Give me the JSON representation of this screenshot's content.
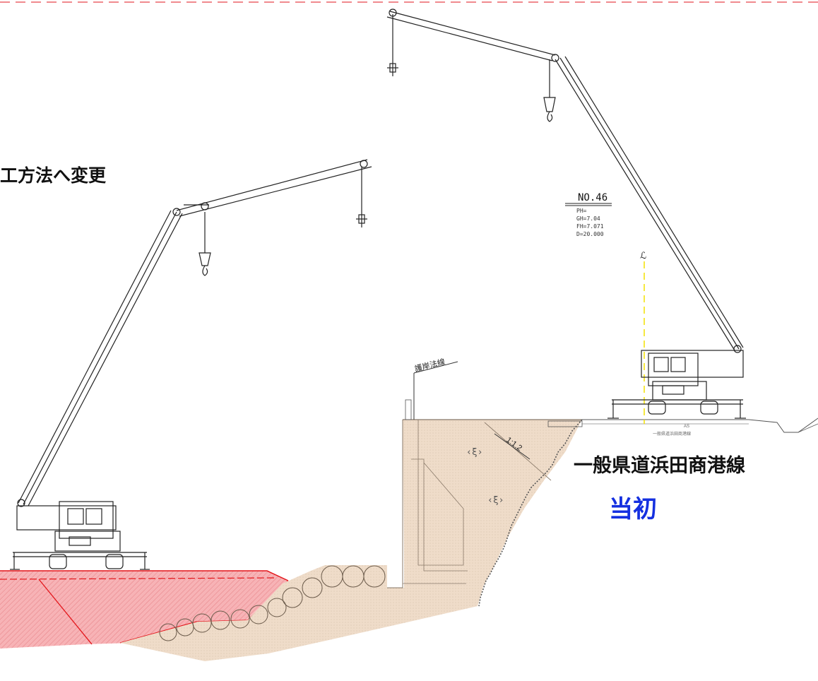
{
  "drawing": {
    "heading_fragment": "工方法へ変更",
    "road_name": "一般県道浜田商港線",
    "status_label": "当初",
    "station": {
      "name": "NO.46",
      "values": [
        "PH=",
        "GH=7.04",
        "FH=7.071",
        "D=20.000"
      ]
    },
    "centerline_symbol": "ℒ",
    "revetment_label": "護岸法線",
    "slope_label": "1:1.2",
    "pavement_label": "AS",
    "road_small_label": "一般県道浜田商港線"
  },
  "colors": {
    "red_fill": "#f7b3b6",
    "red_line": "#e3161b",
    "tan_fill": "#efdcc9",
    "blue_text": "#1530e0",
    "yellow_line": "#f3e000",
    "border_dash": "#f08a8e"
  }
}
